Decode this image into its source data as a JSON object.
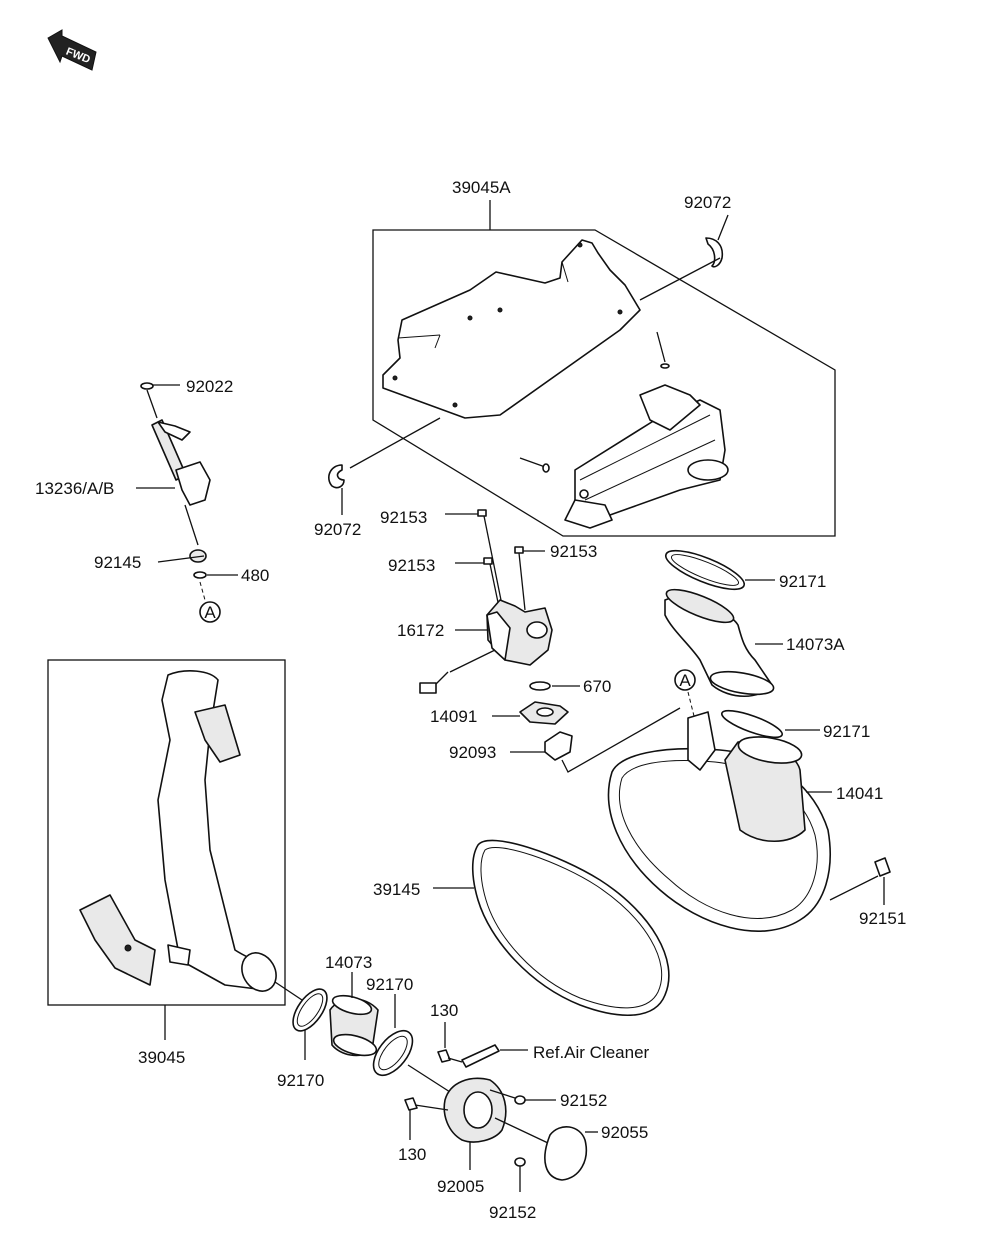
{
  "fwd_badge": "FWD",
  "callout_ref": "A",
  "labels": {
    "l39045A": "39045A",
    "l92072_top": "92072",
    "l92072_left": "92072",
    "l92022": "92022",
    "l13236": "13236/A/B",
    "l92145": "92145",
    "l480": "480",
    "l92153_a": "92153",
    "l92153_b": "92153",
    "l92153_c": "92153",
    "l16172": "16172",
    "l670": "670",
    "l14091": "14091",
    "l92093": "92093",
    "l92171_top": "92171",
    "l14073A": "14073A",
    "l92171_mid": "92171",
    "l14041": "14041",
    "l92151": "92151",
    "l39145": "39145",
    "l39045": "39045",
    "l14073": "14073",
    "l92170_top": "92170",
    "l92170_bottom": "92170",
    "l130_top": "130",
    "l130_bottom": "130",
    "lRefAir": "Ref.Air Cleaner",
    "l92152_top": "92152",
    "l92152_bottom": "92152",
    "l92055": "92055",
    "l92005": "92005"
  }
}
